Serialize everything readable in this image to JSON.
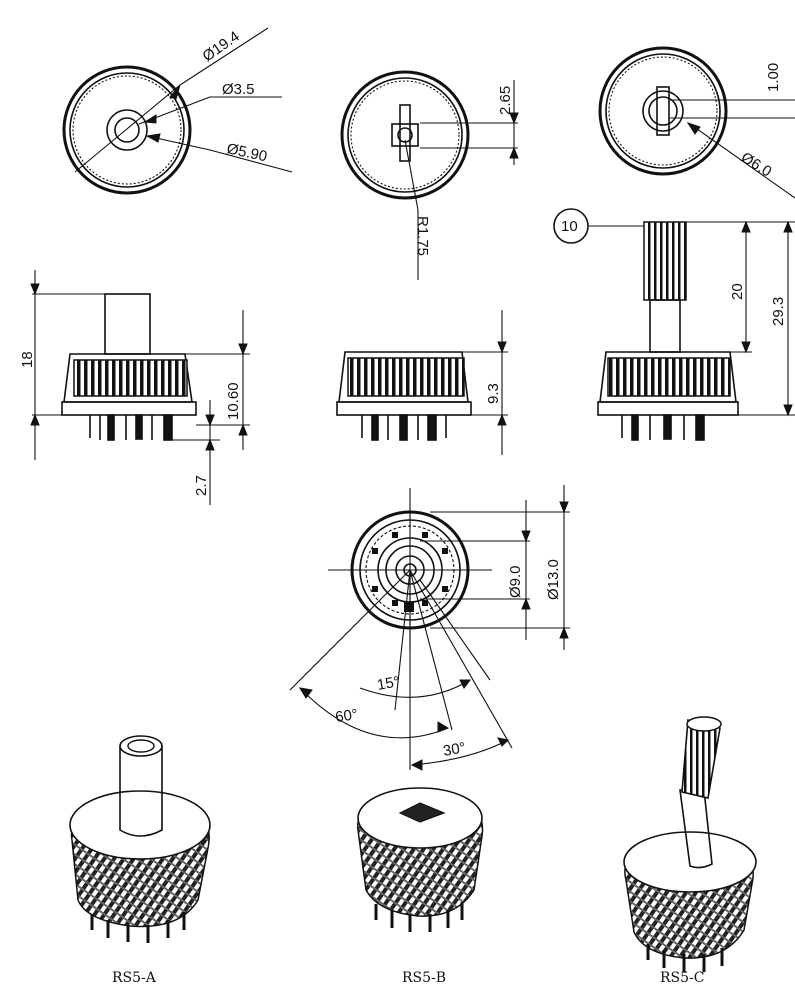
{
  "dimensions": {
    "d_outer": "Ø19.4",
    "d_inner": "Ø3.5",
    "d_shaft": "Ø5.90",
    "height_top": "2.65",
    "radius": "R1.75",
    "gap": "1.00",
    "d_c": "Ø6.0",
    "knurl_len": "10",
    "height_a": "18",
    "body_a": "10.60",
    "pin_a": "2.7",
    "body_b": "9.3",
    "shaft_c": "20",
    "total_c": "29.3",
    "d_inner_bottom": "Ø9.0",
    "d_outer_bottom": "Ø13.0",
    "angle_15": "15°",
    "angle_60": "60°",
    "angle_30": "30°"
  },
  "models": {
    "a": "RS5-A",
    "b": "RS5-B",
    "c": "RS5-C"
  }
}
